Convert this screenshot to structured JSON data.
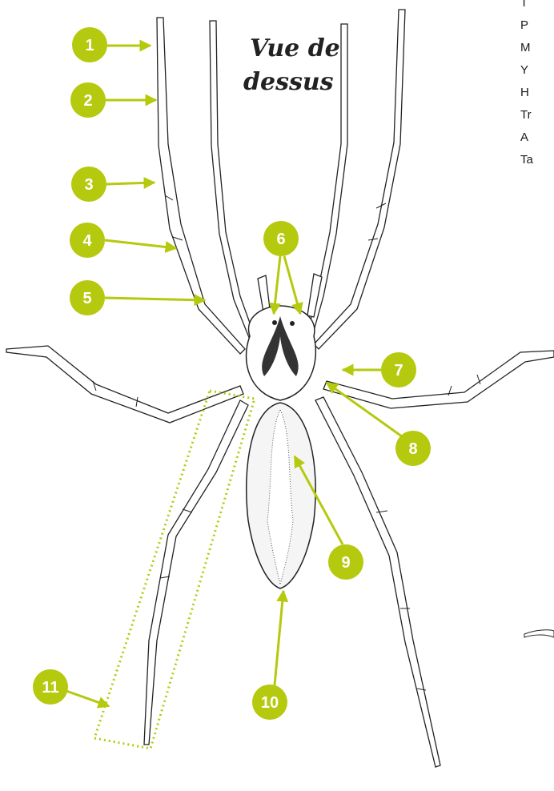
{
  "title": {
    "line1": "Vue de",
    "line2": "dessus"
  },
  "side_terms": [
    "T",
    "P",
    "M",
    "Y",
    "H",
    "Tr",
    "A",
    "Ta"
  ],
  "markers": [
    "1",
    "2",
    "3",
    "4",
    "5",
    "6",
    "7",
    "8",
    "9",
    "10",
    "11"
  ],
  "colors": {
    "accent": "#b5c90e",
    "ink": "#222222"
  }
}
